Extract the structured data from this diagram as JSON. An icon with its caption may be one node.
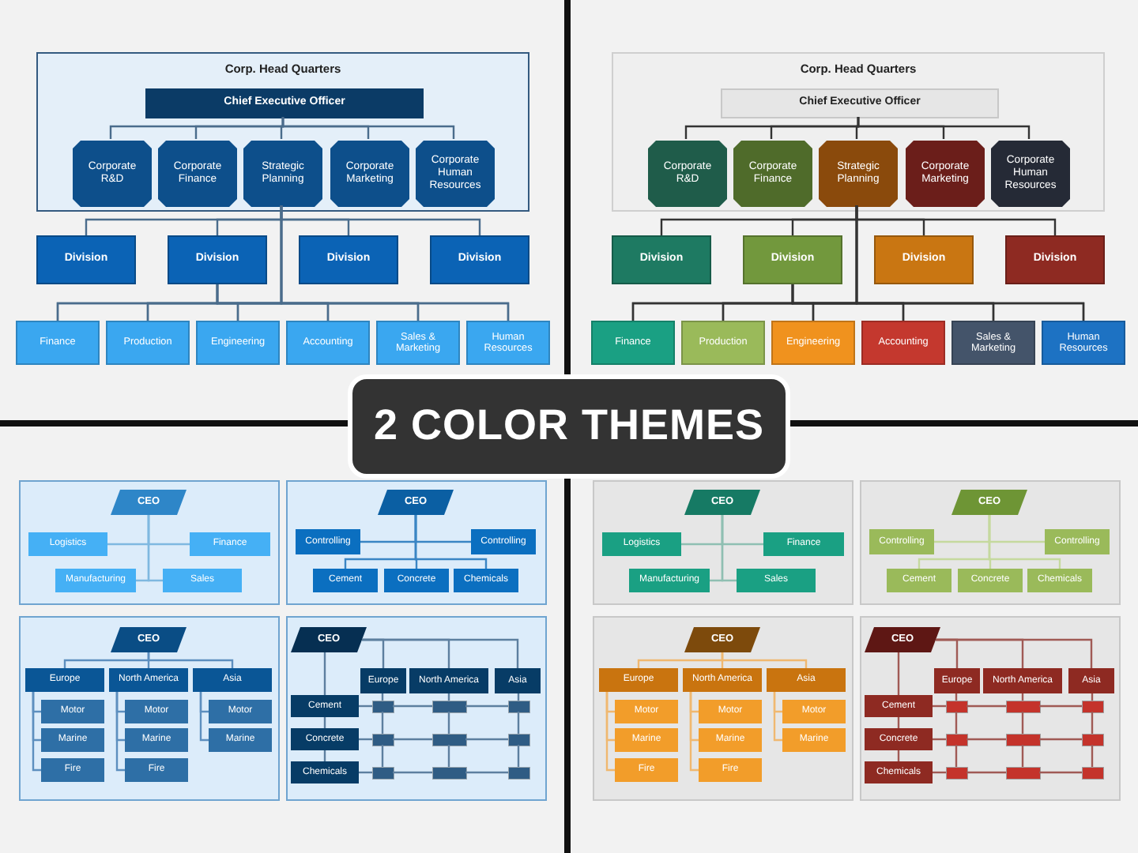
{
  "diagram": {
    "nodes": [
      {
        "text": [
          "Corp. Head Quarters"
        ]
      },
      {
        "text": [
          "Chief Executive Officer"
        ],
        "in": 0
      },
      {
        "text": [
          "Corporate R&D"
        ],
        "in": 0
      },
      {
        "text": [
          "Corporate Finance"
        ],
        "in": 0
      },
      {
        "text": [
          "Strategic Planning"
        ],
        "in": 0
      },
      {
        "text": [
          "Corporate Marketing"
        ],
        "in": 0
      },
      {
        "text": [
          "Corporate Human Resources"
        ],
        "in": 0
      },
      {
        "text": [
          "Division"
        ]
      },
      {
        "text": [
          "Division"
        ]
      },
      {
        "text": [
          "Division"
        ]
      },
      {
        "text": [
          "Division"
        ]
      },
      {
        "text": [
          "Finance"
        ]
      },
      {
        "text": [
          "Production"
        ]
      },
      {
        "text": [
          "Engineering"
        ]
      },
      {
        "text": [
          "Accounting"
        ]
      },
      {
        "text": [
          "Sales & Marketing"
        ]
      },
      {
        "text": [
          "Human Resources"
        ]
      },
      {
        "text": [
          "Corp. Head Quarters"
        ]
      },
      {
        "text": [
          "Chief Executive Officer"
        ],
        "in": 17
      },
      {
        "text": [
          "Corporate R&D"
        ],
        "in": 17
      },
      {
        "text": [
          "Corporate Finance"
        ],
        "in": 17
      },
      {
        "text": [
          "Strategic Planning"
        ],
        "in": 17
      },
      {
        "text": [
          "Corporate Marketing"
        ],
        "in": 17
      },
      {
        "text": [
          "Corporate Human Resources"
        ],
        "in": 17
      },
      {
        "text": [
          "Division"
        ]
      },
      {
        "text": [
          "Division"
        ]
      },
      {
        "text": [
          "Division"
        ]
      },
      {
        "text": [
          "Division"
        ]
      },
      {
        "text": [
          "Finance"
        ]
      },
      {
        "text": [
          "Production"
        ]
      },
      {
        "text": [
          "Engineering"
        ]
      },
      {
        "text": [
          "Accounting"
        ]
      },
      {
        "text": [
          "Sales & Marketing"
        ]
      },
      {
        "text": [
          "Human Resources"
        ]
      },
      {
        "text": [
          "2 COLOR THEMES"
        ]
      },
      {
        "text": [
          "CEO"
        ]
      },
      {
        "text": [
          "Logistics"
        ]
      },
      {
        "text": [
          "Finance"
        ]
      },
      {
        "text": [
          "Manufacturing"
        ]
      },
      {
        "text": [
          "Sales"
        ]
      },
      {
        "text": [
          "CEO"
        ]
      },
      {
        "text": [
          "Controlling"
        ]
      },
      {
        "text": [
          "Controlling"
        ]
      },
      {
        "text": [
          "Cement"
        ]
      },
      {
        "text": [
          "Concrete"
        ]
      },
      {
        "text": [
          "Chemicals"
        ]
      },
      {
        "text": [
          "CEO"
        ]
      },
      {
        "text": [
          "Europe"
        ]
      },
      {
        "text": [
          "Motor"
        ]
      },
      {
        "text": [
          "Marine"
        ]
      },
      {
        "text": [
          "Fire"
        ]
      },
      {
        "text": [
          "North America"
        ]
      },
      {
        "text": [
          "Motor"
        ]
      },
      {
        "text": [
          "Marine"
        ]
      },
      {
        "text": [
          "Fire"
        ]
      },
      {
        "text": [
          "Asia"
        ]
      },
      {
        "text": [
          "Motor"
        ]
      },
      {
        "text": [
          "Marine"
        ]
      },
      {
        "text": [
          "CEO"
        ]
      },
      {
        "text": [
          "Europe"
        ]
      },
      {
        "text": [
          "North America"
        ]
      },
      {
        "text": [
          "Asia"
        ]
      },
      {
        "text": [
          "Cement"
        ]
      },
      {
        "text": [],
        "shape": "box"
      },
      {
        "text": [],
        "shape": "box"
      },
      {
        "text": [],
        "shape": "box"
      },
      {
        "text": [
          "Concrete"
        ]
      },
      {
        "text": [],
        "shape": "box"
      },
      {
        "text": [],
        "shape": "box"
      },
      {
        "text": [],
        "shape": "box"
      },
      {
        "text": [
          "Chemicals"
        ]
      },
      {
        "text": [],
        "shape": "box"
      },
      {
        "text": [],
        "shape": "box"
      },
      {
        "text": [],
        "shape": "box"
      },
      {
        "text": [
          "CEO"
        ]
      },
      {
        "text": [
          "Logistics"
        ]
      },
      {
        "text": [
          "Finance"
        ]
      },
      {
        "text": [
          "Manufacturing"
        ]
      },
      {
        "text": [
          "Sales"
        ]
      },
      {
        "text": [
          "CEO"
        ]
      },
      {
        "text": [
          "Controlling"
        ]
      },
      {
        "text": [
          "Controlling"
        ]
      },
      {
        "text": [
          "Cement"
        ]
      },
      {
        "text": [
          "Concrete"
        ]
      },
      {
        "text": [
          "Chemicals"
        ]
      },
      {
        "text": [
          "CEO"
        ]
      },
      {
        "text": [
          "Europe"
        ]
      },
      {
        "text": [
          "Motor"
        ]
      },
      {
        "text": [
          "Marine"
        ]
      },
      {
        "text": [
          "Fire"
        ]
      },
      {
        "text": [
          "North America"
        ]
      },
      {
        "text": [
          "Motor"
        ]
      },
      {
        "text": [
          "Marine"
        ]
      },
      {
        "text": [
          "Fire"
        ]
      },
      {
        "text": [
          "Asia"
        ]
      },
      {
        "text": [
          "Motor"
        ]
      },
      {
        "text": [
          "Marine"
        ]
      },
      {
        "text": [
          "CEO"
        ]
      },
      {
        "text": [
          "Europe"
        ]
      },
      {
        "text": [
          "North America"
        ]
      },
      {
        "text": [
          "Asia"
        ]
      },
      {
        "text": [
          "Cement"
        ]
      },
      {
        "text": [],
        "shape": "box"
      },
      {
        "text": [],
        "shape": "box"
      },
      {
        "text": [],
        "shape": "box"
      },
      {
        "text": [
          "Concrete"
        ]
      },
      {
        "text": [],
        "shape": "box"
      },
      {
        "text": [],
        "shape": "box"
      },
      {
        "text": [],
        "shape": "box"
      },
      {
        "text": [
          "Chemicals"
        ]
      },
      {
        "text": [],
        "shape": "box"
      },
      {
        "text": [],
        "shape": "box"
      },
      {
        "text": [],
        "shape": "box"
      }
    ],
    "edges": [
      {
        "from": 1,
        "to": 2,
        "arrow": "none",
        "color": "#4a6c8c"
      },
      {
        "from": 1,
        "to": 3,
        "arrow": "none",
        "color": "#4a6c8c"
      },
      {
        "from": 1,
        "to": 4,
        "arrow": "none",
        "color": "#4a6c8c"
      },
      {
        "from": 1,
        "to": 5,
        "arrow": "none",
        "color": "#4a6c8c"
      },
      {
        "from": 1,
        "to": 6,
        "arrow": "none",
        "color": "#4a6c8c"
      },
      {
        "from": 4,
        "to": 7,
        "arrow": "none",
        "color": "#4a6c8c"
      },
      {
        "from": 4,
        "to": 8,
        "arrow": "none",
        "color": "#4a6c8c"
      },
      {
        "from": 4,
        "to": 9,
        "arrow": "none",
        "color": "#4a6c8c"
      },
      {
        "from": 4,
        "to": 10,
        "arrow": "none",
        "color": "#4a6c8c"
      },
      {
        "from": 4,
        "to": 11,
        "arrow": "none",
        "color": "#4a6c8c"
      },
      {
        "from": 4,
        "to": 12,
        "arrow": "none",
        "color": "#4a6c8c"
      },
      {
        "from": 4,
        "to": 13,
        "arrow": "none",
        "color": "#4a6c8c"
      },
      {
        "from": 4,
        "to": 14,
        "arrow": "none",
        "color": "#4a6c8c"
      },
      {
        "from": 4,
        "to": 15,
        "arrow": "none",
        "color": "#4a6c8c"
      },
      {
        "from": 4,
        "to": 16,
        "arrow": "none",
        "color": "#4a6c8c"
      },
      {
        "from": 8,
        "to": 11,
        "arrow": "none",
        "color": "#4a6c8c"
      },
      {
        "from": 8,
        "to": 12,
        "arrow": "none",
        "color": "#4a6c8c"
      },
      {
        "from": 8,
        "to": 13,
        "arrow": "none",
        "color": "#4a6c8c"
      },
      {
        "from": 8,
        "to": 14,
        "arrow": "none",
        "color": "#4a6c8c"
      },
      {
        "from": 8,
        "to": 15,
        "arrow": "none",
        "color": "#4a6c8c"
      },
      {
        "from": 8,
        "to": 16,
        "arrow": "none",
        "color": "#4a6c8c"
      },
      {
        "from": 18,
        "to": 19,
        "arrow": "none",
        "color": "#333333"
      },
      {
        "from": 18,
        "to": 20,
        "arrow": "none",
        "color": "#333333"
      },
      {
        "from": 18,
        "to": 21,
        "arrow": "none",
        "color": "#333333"
      },
      {
        "from": 18,
        "to": 22,
        "arrow": "none",
        "color": "#333333"
      },
      {
        "from": 18,
        "to": 23,
        "arrow": "none",
        "color": "#333333"
      },
      {
        "from": 21,
        "to": 24,
        "arrow": "none",
        "color": "#333333"
      },
      {
        "from": 21,
        "to": 25,
        "arrow": "none",
        "color": "#333333"
      },
      {
        "from": 21,
        "to": 26,
        "arrow": "none",
        "color": "#333333"
      },
      {
        "from": 21,
        "to": 27,
        "arrow": "none",
        "color": "#333333"
      },
      {
        "from": 21,
        "to": 28,
        "arrow": "none",
        "color": "#333333"
      },
      {
        "from": 21,
        "to": 29,
        "arrow": "none",
        "color": "#333333"
      },
      {
        "from": 21,
        "to": 30,
        "arrow": "none",
        "color": "#333333"
      },
      {
        "from": 21,
        "to": 31,
        "arrow": "none",
        "color": "#333333"
      },
      {
        "from": 21,
        "to": 32,
        "arrow": "none",
        "color": "#333333"
      },
      {
        "from": 21,
        "to": 33,
        "arrow": "none",
        "color": "#333333"
      },
      {
        "from": 25,
        "to": 28,
        "arrow": "none",
        "color": "#333333"
      },
      {
        "from": 25,
        "to": 29,
        "arrow": "none",
        "color": "#333333"
      },
      {
        "from": 25,
        "to": 30,
        "arrow": "none",
        "color": "#333333"
      },
      {
        "from": 25,
        "to": 31,
        "arrow": "none",
        "color": "#333333"
      },
      {
        "from": 25,
        "to": 32,
        "arrow": "none",
        "color": "#333333"
      },
      {
        "from": 25,
        "to": 33,
        "arrow": "none",
        "color": "#333333"
      },
      {
        "from": 35,
        "to": 36,
        "arrow": "none",
        "color": "#7fb8e0"
      },
      {
        "from": 35,
        "to": 37,
        "arrow": "none",
        "color": "#7fb8e0"
      },
      {
        "from": 35,
        "to": 38,
        "arrow": "none",
        "color": "#7fb8e0"
      },
      {
        "from": 35,
        "to": 39,
        "arrow": "none",
        "color": "#7fb8e0"
      },
      {
        "from": 40,
        "to": 41,
        "arrow": "none",
        "color": "#3a85c4"
      },
      {
        "from": 40,
        "to": 42,
        "arrow": "none",
        "color": "#3a85c4"
      },
      {
        "from": 40,
        "to": 43,
        "arrow": "none",
        "color": "#3a85c4"
      },
      {
        "from": 40,
        "to": 44,
        "arrow": "none",
        "color": "#3a85c4"
      },
      {
        "from": 40,
        "to": 45,
        "arrow": "none",
        "color": "#3a85c4"
      },
      {
        "from": 46,
        "to": 47,
        "arrow": "none",
        "color": "#5d8fbf"
      },
      {
        "from": 46,
        "to": 51,
        "arrow": "none",
        "color": "#5d8fbf"
      },
      {
        "from": 46,
        "to": 55,
        "arrow": "none",
        "color": "#5d8fbf"
      },
      {
        "from": 47,
        "to": 48,
        "arrow": "none",
        "color": "#5d8fbf"
      },
      {
        "from": 47,
        "to": 49,
        "arrow": "none",
        "color": "#5d8fbf"
      },
      {
        "from": 47,
        "to": 50,
        "arrow": "none",
        "color": "#5d8fbf"
      },
      {
        "from": 51,
        "to": 52,
        "arrow": "none",
        "color": "#5d8fbf"
      },
      {
        "from": 51,
        "to": 53,
        "arrow": "none",
        "color": "#5d8fbf"
      },
      {
        "from": 51,
        "to": 54,
        "arrow": "none",
        "color": "#5d8fbf"
      },
      {
        "from": 55,
        "to": 56,
        "arrow": "none",
        "color": "#5d8fbf"
      },
      {
        "from": 55,
        "to": 57,
        "arrow": "none",
        "color": "#5d8fbf"
      },
      {
        "from": 58,
        "to": 59,
        "arrow": "none",
        "color": "#5d7f9f"
      },
      {
        "from": 58,
        "to": 60,
        "arrow": "none",
        "color": "#5d7f9f"
      },
      {
        "from": 58,
        "to": 61,
        "arrow": "none",
        "color": "#5d7f9f"
      },
      {
        "from": 58,
        "to": 62,
        "arrow": "none",
        "color": "#5d7f9f"
      },
      {
        "from": 62,
        "to": 66,
        "arrow": "none",
        "color": "#5d7f9f"
      },
      {
        "from": 66,
        "to": 70,
        "arrow": "none",
        "color": "#5d7f9f"
      },
      {
        "from": 62,
        "to": 63,
        "arrow": "none",
        "color": "#5d7f9f"
      },
      {
        "from": 63,
        "to": 64,
        "arrow": "none",
        "color": "#5d7f9f"
      },
      {
        "from": 64,
        "to": 65,
        "arrow": "none",
        "color": "#5d7f9f"
      },
      {
        "from": 66,
        "to": 67,
        "arrow": "none",
        "color": "#5d7f9f"
      },
      {
        "from": 67,
        "to": 68,
        "arrow": "none",
        "color": "#5d7f9f"
      },
      {
        "from": 68,
        "to": 69,
        "arrow": "none",
        "color": "#5d7f9f"
      },
      {
        "from": 70,
        "to": 71,
        "arrow": "none",
        "color": "#5d7f9f"
      },
      {
        "from": 71,
        "to": 72,
        "arrow": "none",
        "color": "#5d7f9f"
      },
      {
        "from": 72,
        "to": 73,
        "arrow": "none",
        "color": "#5d7f9f"
      },
      {
        "from": 59,
        "to": 63,
        "arrow": "none",
        "color": "#5d7f9f"
      },
      {
        "from": 63,
        "to": 67,
        "arrow": "none",
        "color": "#5d7f9f"
      },
      {
        "from": 67,
        "to": 71,
        "arrow": "none",
        "color": "#5d7f9f"
      },
      {
        "from": 60,
        "to": 64,
        "arrow": "none",
        "color": "#5d7f9f"
      },
      {
        "from": 64,
        "to": 68,
        "arrow": "none",
        "color": "#5d7f9f"
      },
      {
        "from": 68,
        "to": 72,
        "arrow": "none",
        "color": "#5d7f9f"
      },
      {
        "from": 61,
        "to": 65,
        "arrow": "none",
        "color": "#5d7f9f"
      },
      {
        "from": 65,
        "to": 69,
        "arrow": "none",
        "color": "#5d7f9f"
      },
      {
        "from": 69,
        "to": 73,
        "arrow": "none",
        "color": "#5d7f9f"
      },
      {
        "from": 74,
        "to": 75,
        "arrow": "none",
        "color": "#8fbfb2"
      },
      {
        "from": 74,
        "to": 76,
        "arrow": "none",
        "color": "#8fbfb2"
      },
      {
        "from": 74,
        "to": 77,
        "arrow": "none",
        "color": "#8fbfb2"
      },
      {
        "from": 74,
        "to": 78,
        "arrow": "none",
        "color": "#8fbfb2"
      },
      {
        "from": 79,
        "to": 80,
        "arrow": "none",
        "color": "#c5d99e"
      },
      {
        "from": 79,
        "to": 81,
        "arrow": "none",
        "color": "#c5d99e"
      },
      {
        "from": 79,
        "to": 82,
        "arrow": "none",
        "color": "#c5d99e"
      },
      {
        "from": 79,
        "to": 83,
        "arrow": "none",
        "color": "#c5d99e"
      },
      {
        "from": 79,
        "to": 84,
        "arrow": "none",
        "color": "#c5d99e"
      },
      {
        "from": 85,
        "to": 86,
        "arrow": "none",
        "color": "#f0b870"
      },
      {
        "from": 85,
        "to": 90,
        "arrow": "none",
        "color": "#f0b870"
      },
      {
        "from": 85,
        "to": 94,
        "arrow": "none",
        "color": "#f0b870"
      },
      {
        "from": 86,
        "to": 87,
        "arrow": "none",
        "color": "#f0b870"
      },
      {
        "from": 86,
        "to": 88,
        "arrow": "none",
        "color": "#f0b870"
      },
      {
        "from": 86,
        "to": 89,
        "arrow": "none",
        "color": "#f0b870"
      },
      {
        "from": 90,
        "to": 91,
        "arrow": "none",
        "color": "#f0b870"
      },
      {
        "from": 90,
        "to": 92,
        "arrow": "none",
        "color": "#f0b870"
      },
      {
        "from": 90,
        "to": 93,
        "arrow": "none",
        "color": "#f0b870"
      },
      {
        "from": 94,
        "to": 95,
        "arrow": "none",
        "color": "#f0b870"
      },
      {
        "from": 94,
        "to": 96,
        "arrow": "none",
        "color": "#f0b870"
      },
      {
        "from": 97,
        "to": 98,
        "arrow": "none",
        "color": "#a05a55"
      },
      {
        "from": 97,
        "to": 99,
        "arrow": "none",
        "color": "#a05a55"
      },
      {
        "from": 97,
        "to": 100,
        "arrow": "none",
        "color": "#a05a55"
      },
      {
        "from": 97,
        "to": 101,
        "arrow": "none",
        "color": "#a05a55"
      },
      {
        "from": 101,
        "to": 105,
        "arrow": "none",
        "color": "#a05a55"
      },
      {
        "from": 105,
        "to": 109,
        "arrow": "none",
        "color": "#a05a55"
      },
      {
        "from": 101,
        "to": 102,
        "arrow": "none",
        "color": "#a05a55"
      },
      {
        "from": 102,
        "to": 103,
        "arrow": "none",
        "color": "#a05a55"
      },
      {
        "from": 103,
        "to": 104,
        "arrow": "none",
        "color": "#a05a55"
      },
      {
        "from": 105,
        "to": 106,
        "arrow": "none",
        "color": "#a05a55"
      },
      {
        "from": 106,
        "to": 107,
        "arrow": "none",
        "color": "#a05a55"
      },
      {
        "from": 107,
        "to": 108,
        "arrow": "none",
        "color": "#a05a55"
      },
      {
        "from": 109,
        "to": 110,
        "arrow": "none",
        "color": "#a05a55"
      },
      {
        "from": 110,
        "to": 111,
        "arrow": "none",
        "color": "#a05a55"
      },
      {
        "from": 111,
        "to": 112,
        "arrow": "none",
        "color": "#a05a55"
      },
      {
        "from": 98,
        "to": 102,
        "arrow": "none",
        "color": "#a05a55"
      },
      {
        "from": 102,
        "to": 106,
        "arrow": "none",
        "color": "#a05a55"
      },
      {
        "from": 106,
        "to": 110,
        "arrow": "none",
        "color": "#a05a55"
      },
      {
        "from": 99,
        "to": 103,
        "arrow": "none",
        "color": "#a05a55"
      },
      {
        "from": 103,
        "to": 107,
        "arrow": "none",
        "color": "#a05a55"
      },
      {
        "from": 107,
        "to": 111,
        "arrow": "none",
        "color": "#a05a55"
      },
      {
        "from": 100,
        "to": 104,
        "arrow": "none",
        "color": "#a05a55"
      },
      {
        "from": 104,
        "to": 108,
        "arrow": "none",
        "color": "#a05a55"
      },
      {
        "from": 108,
        "to": 112,
        "arrow": "none",
        "color": "#a05a55"
      }
    ]
  }
}
